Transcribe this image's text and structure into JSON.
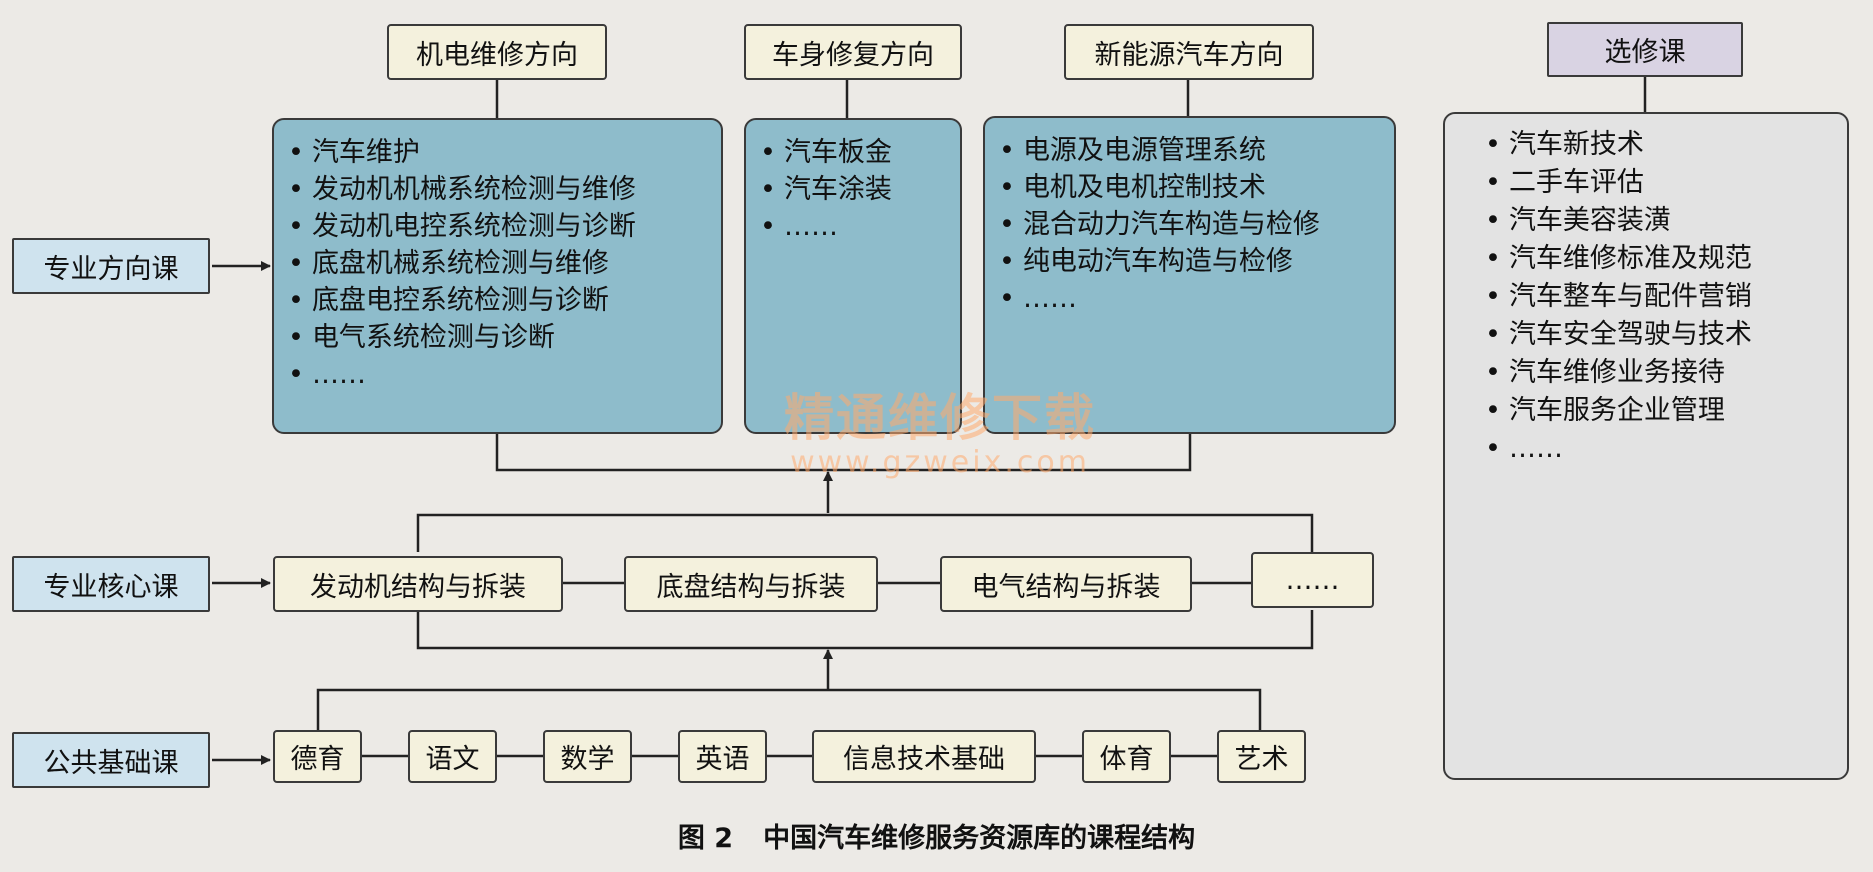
{
  "directions": {
    "electromech": {
      "title": "机电维修方向",
      "items": [
        "汽车维护",
        "发动机机械系统检测与维修",
        "发动机电控系统检测与诊断",
        "底盘机械系统检测与维修",
        "底盘电控系统检测与诊断",
        "电气系统检测与诊断",
        "……"
      ]
    },
    "body": {
      "title": "车身修复方向",
      "items": [
        "汽车板金",
        "汽车涂装",
        "……"
      ]
    },
    "newenergy": {
      "title": "新能源汽车方向",
      "items": [
        "电源及电源管理系统",
        "电机及电机控制技术",
        "混合动力汽车构造与检修",
        "纯电动汽车构造与检修",
        "……"
      ]
    }
  },
  "elective": {
    "title": "选修课",
    "items": [
      "汽车新技术",
      "二手车评估",
      "汽车美容装潢",
      "汽车维修标准及规范",
      "汽车整车与配件营销",
      "汽车安全驾驶与技术",
      "汽车维修业务接待",
      "汽车服务企业管理",
      "……"
    ]
  },
  "categories": {
    "direction": "专业方向课",
    "core": "专业核心课",
    "basic": "公共基础课"
  },
  "core_courses": [
    "发动机结构与拆装",
    "底盘结构与拆装",
    "电气结构与拆装",
    "……"
  ],
  "basic_courses": [
    "德育",
    "语文",
    "数学",
    "英语",
    "信息技术基础",
    "体育",
    "艺术"
  ],
  "watermark": {
    "cn": "精通维修下载",
    "url": "www.gzweix.com"
  },
  "caption": {
    "number": "图 2",
    "text": "中国汽车维修服务资源库的课程结构"
  },
  "colors": {
    "cream": "#f4f1dd",
    "light_blue": "#cfe3ee",
    "teal": "#8ebccb",
    "lavender": "#d9d3e3",
    "grey": "#e3e3e3"
  }
}
